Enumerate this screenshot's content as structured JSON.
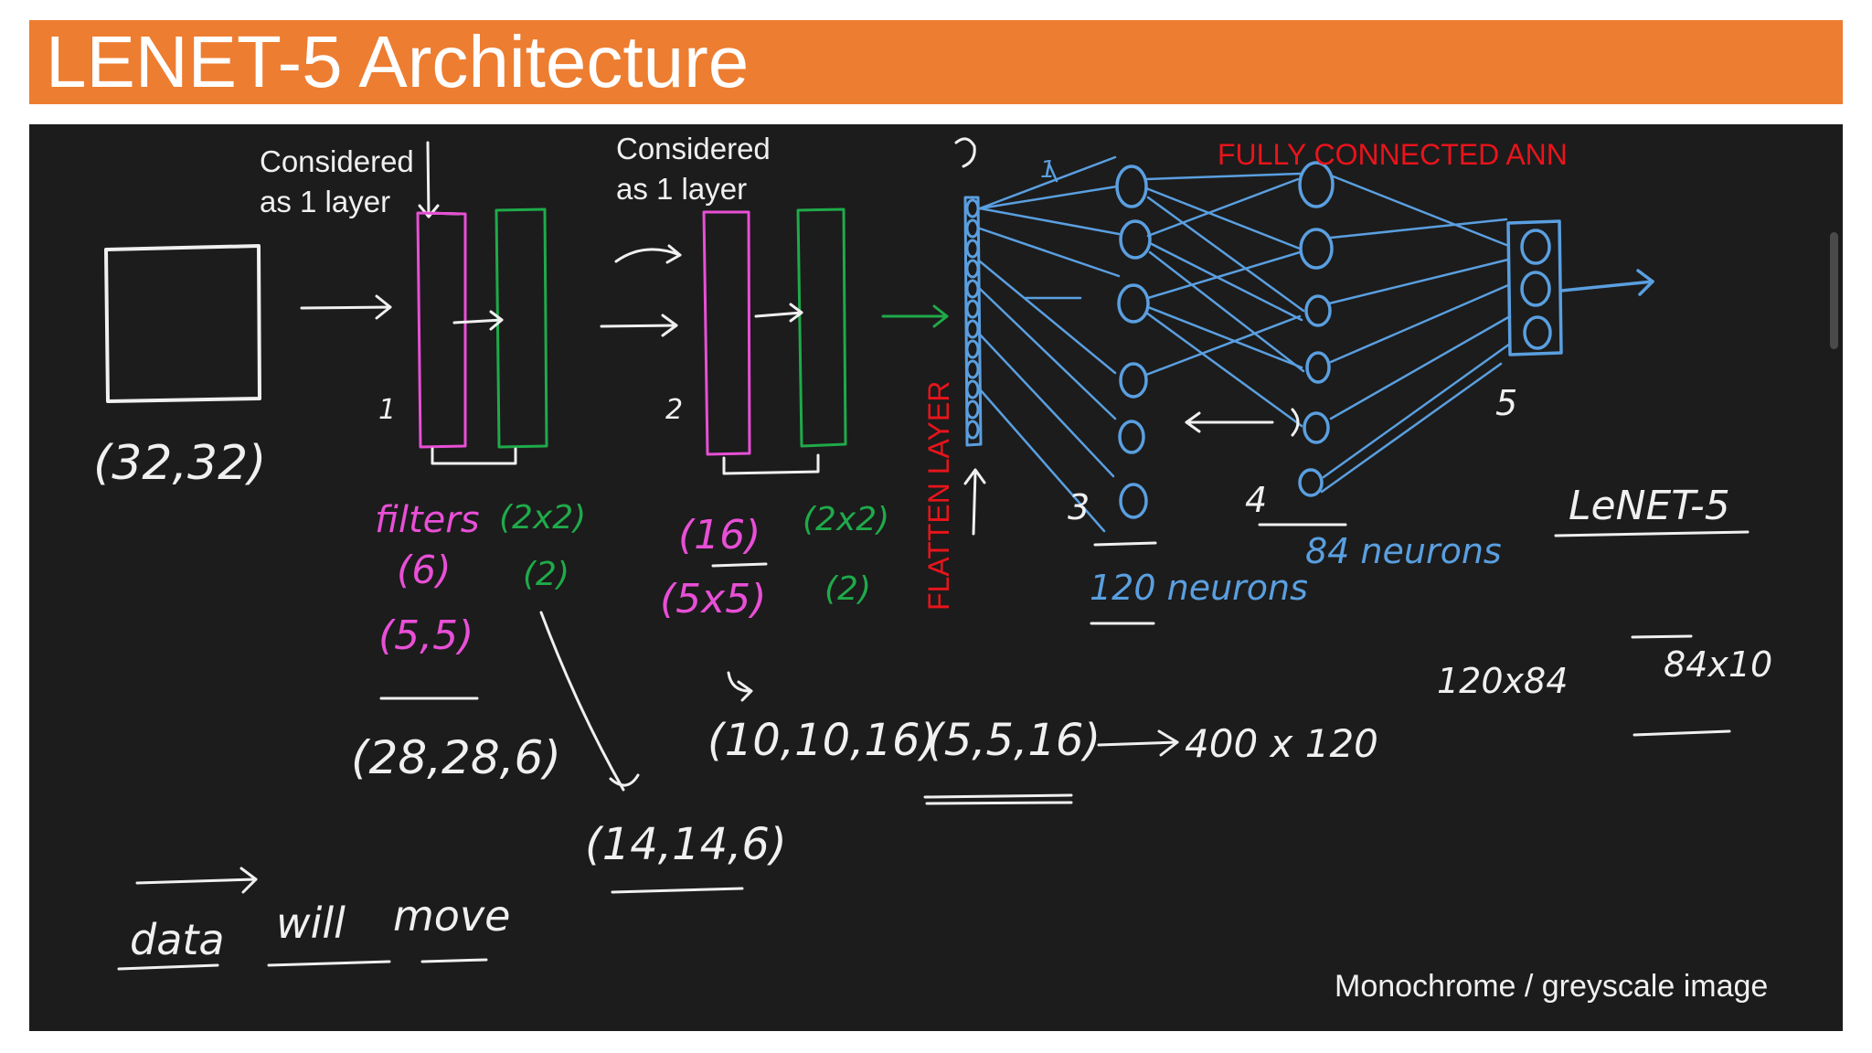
{
  "title": "LENET-5 Architecture",
  "colors": {
    "header": "#ed7d31",
    "board": "#1c1c1c",
    "white": "#f0f0f0",
    "magenta": "#e84fd6",
    "green": "#1faa4a",
    "blue": "#5a9fe0",
    "red": "#e8141b"
  },
  "labels": {
    "considered1": [
      "Considered",
      "as 1 layer"
    ],
    "considered2": [
      "Considered",
      "as 1 layer"
    ],
    "flatten": "FLATTEN LAYER",
    "fully_connected": "FULLY CONNECTED ANN",
    "footer": "Monochrome / greyscale image"
  },
  "notes": {
    "input_shape": "(32,32)",
    "num1": "1",
    "num2": "2",
    "filters": "filters",
    "filters_6": "(6)",
    "kernel_55": "(5,5)",
    "pool1": "(2x2)",
    "pool1_stride": "(2)",
    "shape_28": "(28,28,6)",
    "shape_14": "(14,14,6)",
    "filters_16": "(16)",
    "kernel_5x5": "(5x5)",
    "pool2": "(2x2)",
    "pool2_stride": "(2)",
    "shape_10": "(10,10,16)",
    "shape_5": "(5,5,16)",
    "dense_400": "400 x 120",
    "mark_2": "2",
    "mark_1": "1",
    "mark_3": "3",
    "mark_4": "4",
    "mark_5": "5",
    "neurons_120": "120 neurons",
    "neurons_84": "84 neurons",
    "lenet": "LeNET-5",
    "dense_120x84": "120x84",
    "dense_84x10": "84x10",
    "data_move": [
      "data",
      "will",
      "move"
    ]
  }
}
